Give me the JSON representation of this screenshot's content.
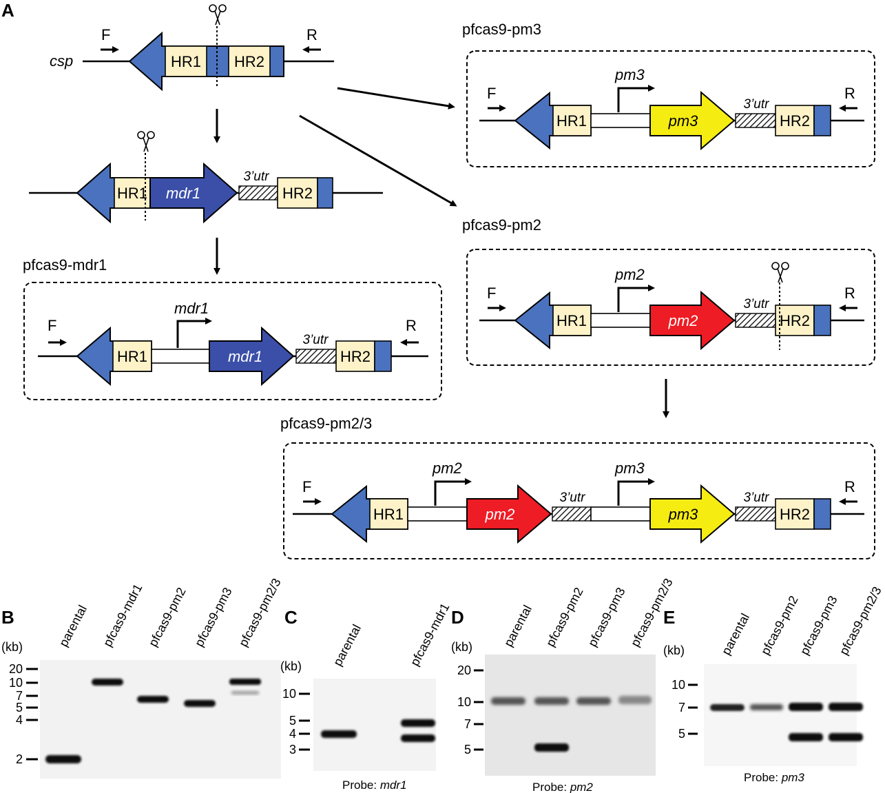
{
  "panels": {
    "A": "A",
    "B": "B",
    "C": "C",
    "D": "D",
    "E": "E"
  },
  "labels": {
    "F": "F",
    "R": "R",
    "csp": "csp",
    "HR1": "HR1",
    "HR2": "HR2",
    "mdr1": "mdr1",
    "pm2": "pm2",
    "pm3": "pm3",
    "utr": "3’utr"
  },
  "constructs": {
    "pm3": "pfcas9-pm3",
    "pm2": "pfcas9-pm2",
    "mdr1": "pfcas9-mdr1",
    "pm23": "pfcas9-pm2/3"
  },
  "gels": {
    "kb_label": "(kb)",
    "B": {
      "lanes": [
        "parental",
        "pfcas9-mdr1",
        "pfcas9-pm2",
        "pfcas9-pm3",
        "pfcas9-pm2/3"
      ],
      "ticks": [
        "20",
        "10",
        "7",
        "5",
        "4",
        "2"
      ]
    },
    "C": {
      "lanes": [
        "parental",
        "pfcas9-mdr1"
      ],
      "ticks": [
        "10",
        "5",
        "4",
        "3"
      ],
      "probe_prefix": "Probe: ",
      "probe_gene": "mdr1"
    },
    "D": {
      "lanes": [
        "parental",
        "pfcas9-pm2",
        "pfcas9-pm3",
        "pfcas9-pm2/3"
      ],
      "ticks": [
        "20",
        "10",
        "7",
        "5"
      ],
      "probe_prefix": "Probe: ",
      "probe_gene": "pm2"
    },
    "E": {
      "lanes": [
        "parental",
        "pfcas9-pm2",
        "pfcas9-pm3",
        "pfcas9-pm2/3"
      ],
      "ticks": [
        "10",
        "7",
        "5"
      ],
      "probe_prefix": "Probe: ",
      "probe_gene": "pm3"
    }
  },
  "colors": {
    "blue_marker": "#4a72be",
    "mdr1_blue": "#3b4fa8",
    "hr_fill": "#fdf2c8",
    "pm2_red": "#ee1c24",
    "pm3_yellow": "#f5ec12",
    "gel_bg": "#f0f0f0"
  }
}
